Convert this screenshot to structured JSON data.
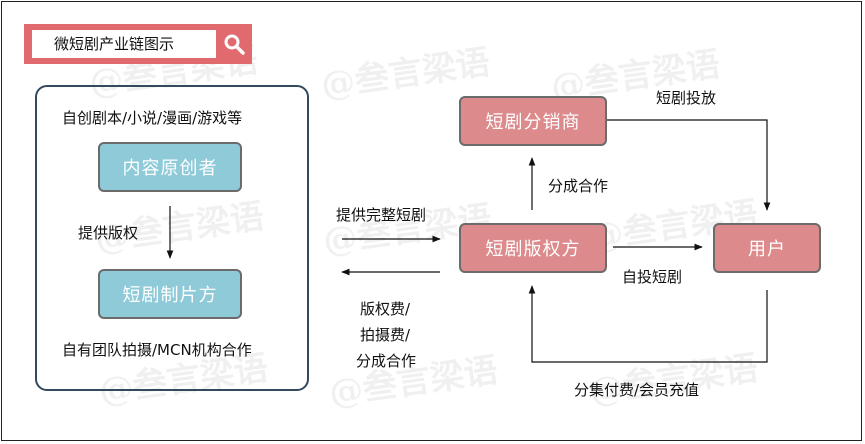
{
  "watermark": "@叁言梁语",
  "search": {
    "text": "微短剧产业链图示",
    "icon": "search-icon"
  },
  "colors": {
    "search_bar": "#e06a6e",
    "creator_nodes": "#8ecad8",
    "distribution_nodes": "#dc8a8b",
    "panel_border": "#34495e"
  },
  "left_panel": {
    "top_label": "自创剧本/小说/漫画/游戏等",
    "content_creator": "内容原创者",
    "edge_label": "提供版权",
    "producer": "短剧制片方",
    "bottom_label": "自有团队拍摄/MCN机构合作"
  },
  "right": {
    "distributor": "短剧分销商",
    "rights_holder": "短剧版权方",
    "user": "用户",
    "label_placement": "短剧投放",
    "label_split_coop": "分成合作",
    "label_self_placement": "自投短剧",
    "label_provide_full": "提供完整短剧",
    "label_fees_1": "版权费/",
    "label_fees_2": "拍摄费/",
    "label_fees_3": "分成合作",
    "label_payment": "分集付费/会员充值"
  }
}
